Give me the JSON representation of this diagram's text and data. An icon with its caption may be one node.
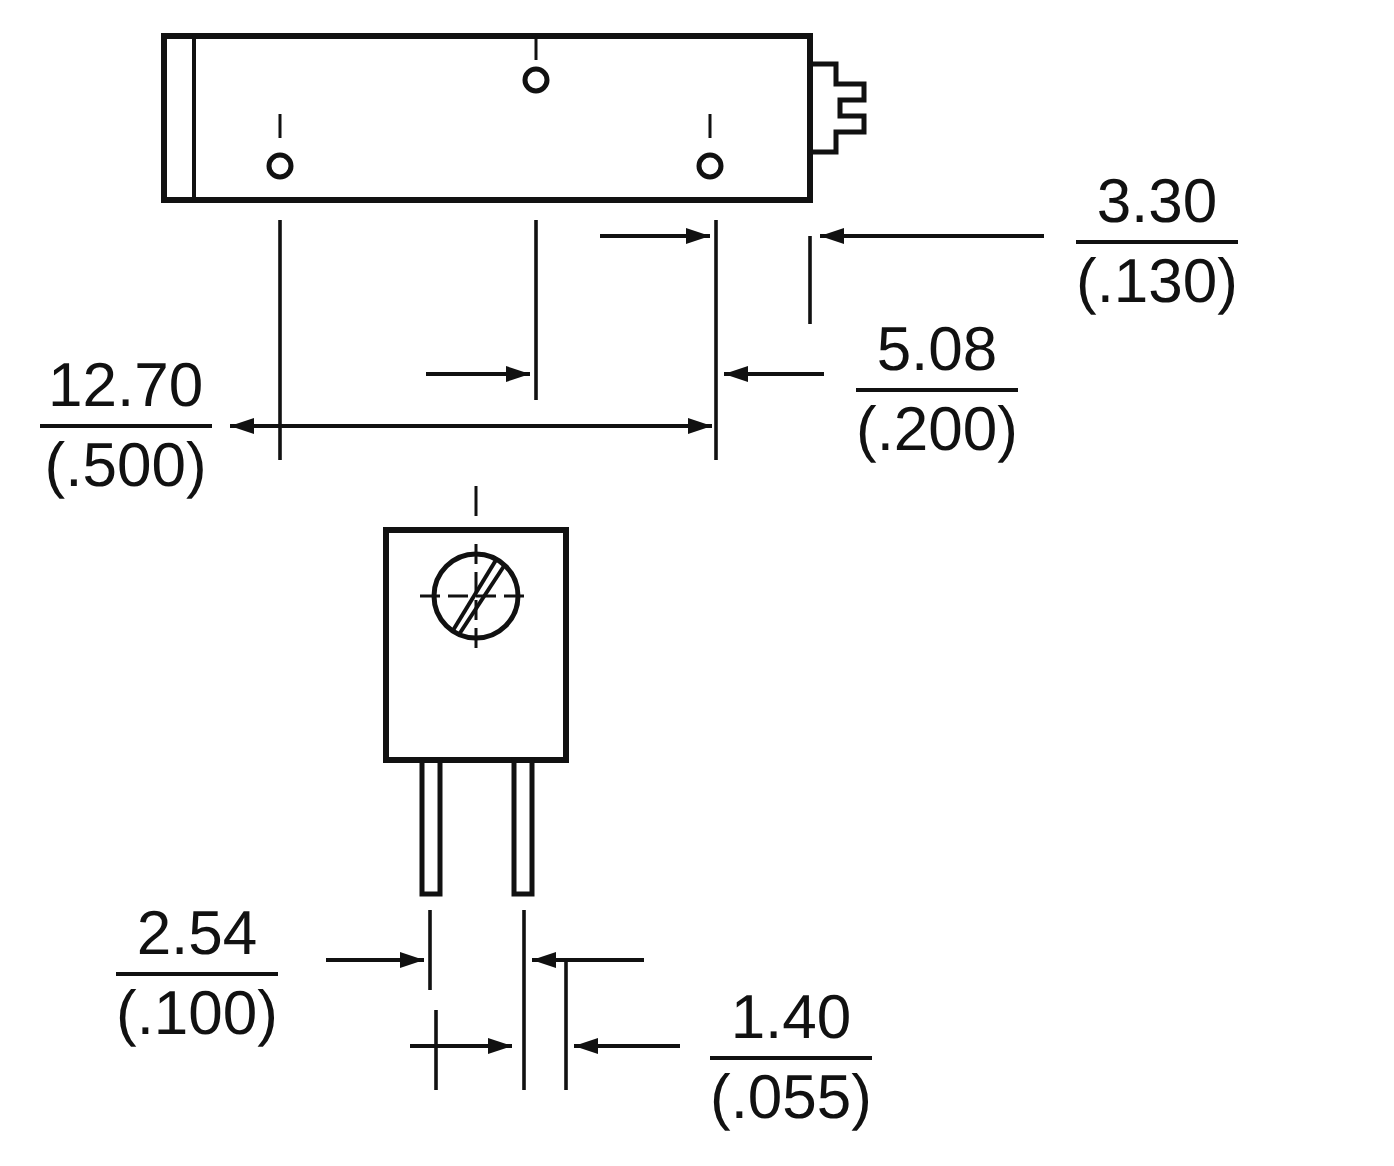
{
  "diagram": {
    "labels": [
      "3.30",
      "(.130)",
      "5.08",
      "(.200)",
      "12.70",
      "(.500)",
      "2.54",
      "(.100)",
      "1.40",
      "(.055)"
    ]
  }
}
